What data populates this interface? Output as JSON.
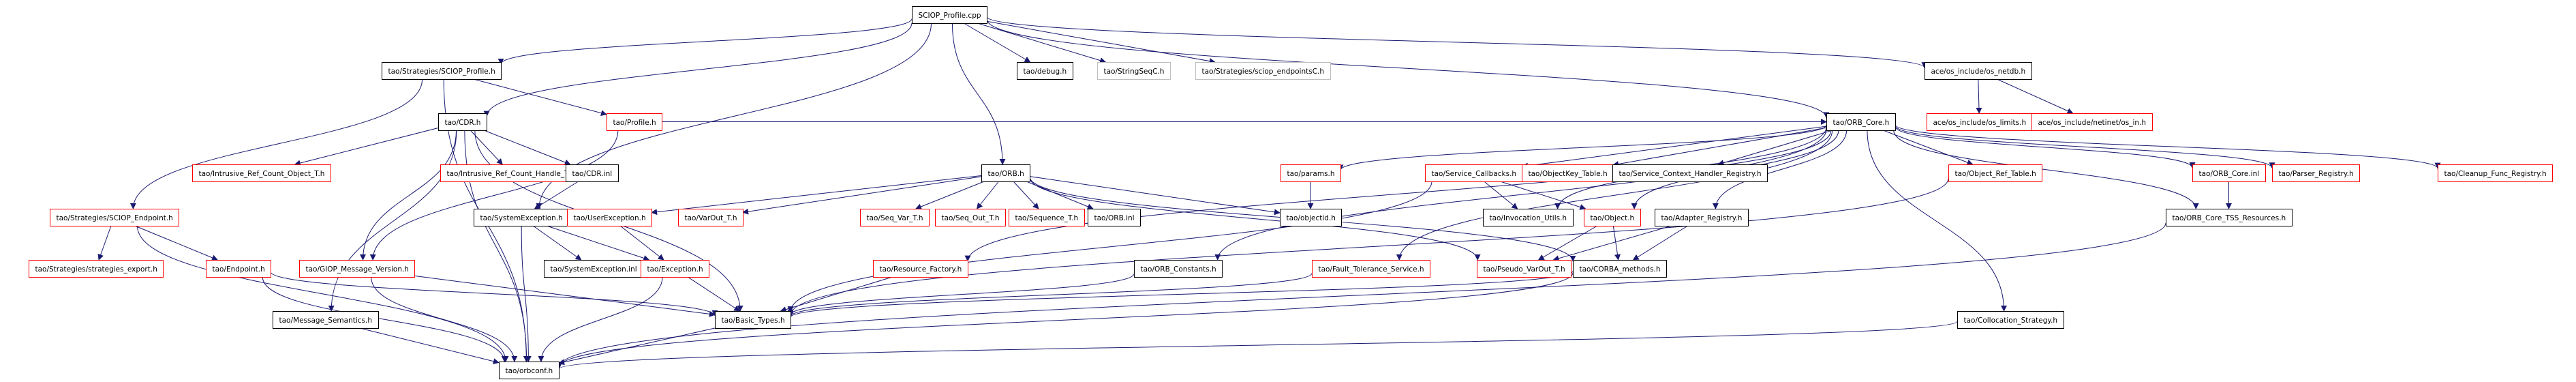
{
  "title": "SCIOP_Profile.cpp include dependency graph",
  "legend_colors": {
    "edge": "#191970",
    "root_fill": "#bfbfbf",
    "documented_border": "#000000",
    "undocumented_border": "#ff0000",
    "external_border": "#bfbfbf"
  },
  "nodes": [
    {
      "id": "root",
      "label": "SCIOP_Profile.cpp",
      "kind": "root"
    },
    {
      "id": "sciop_profile_h",
      "label": "tao/Strategies/SCIOP_Profile.h",
      "kind": "documented"
    },
    {
      "id": "debug_h",
      "label": "tao/debug.h",
      "kind": "documented"
    },
    {
      "id": "stringseqc_h",
      "label": "tao/StringSeqC.h",
      "kind": "external"
    },
    {
      "id": "sciop_endpointsc_h",
      "label": "tao/Strategies/sciop_endpointsC.h",
      "kind": "external"
    },
    {
      "id": "os_netdb_h",
      "label": "ace/os_include/os_netdb.h",
      "kind": "documented"
    },
    {
      "id": "cdr_h",
      "label": "tao/CDR.h",
      "kind": "documented"
    },
    {
      "id": "profile_h",
      "label": "tao/Profile.h",
      "kind": "undocumented"
    },
    {
      "id": "orb_core_h",
      "label": "tao/ORB_Core.h",
      "kind": "documented"
    },
    {
      "id": "os_limits_h",
      "label": "ace/os_include/os_limits.h",
      "kind": "undocumented"
    },
    {
      "id": "os_in_h",
      "label": "ace/os_include/netinet/os_in.h",
      "kind": "undocumented"
    },
    {
      "id": "intrusive_obj_h",
      "label": "tao/Intrusive_Ref_Count_Object_T.h",
      "kind": "undocumented"
    },
    {
      "id": "intrusive_handle_h",
      "label": "tao/Intrusive_Ref_Count_Handle_T.h",
      "kind": "undocumented"
    },
    {
      "id": "cdr_inl",
      "label": "tao/CDR.inl",
      "kind": "documented"
    },
    {
      "id": "orb_h",
      "label": "tao/ORB.h",
      "kind": "documented"
    },
    {
      "id": "params_h",
      "label": "tao/params.h",
      "kind": "undocumented"
    },
    {
      "id": "service_callbacks_h",
      "label": "tao/Service_Callbacks.h",
      "kind": "undocumented"
    },
    {
      "id": "objectkey_table_h",
      "label": "tao/ObjectKey_Table.h",
      "kind": "undocumented"
    },
    {
      "id": "sch_registry_h",
      "label": "tao/Service_Context_Handler_Registry.h",
      "kind": "documented"
    },
    {
      "id": "object_ref_table_h",
      "label": "tao/Object_Ref_Table.h",
      "kind": "undocumented"
    },
    {
      "id": "orb_core_inl",
      "label": "tao/ORB_Core.inl",
      "kind": "undocumented"
    },
    {
      "id": "parser_registry_h",
      "label": "tao/Parser_Registry.h",
      "kind": "undocumented"
    },
    {
      "id": "cleanup_func_registry_h",
      "label": "tao/Cleanup_Func_Registry.h",
      "kind": "undocumented"
    },
    {
      "id": "sciop_endpoint_h",
      "label": "tao/Strategies/SCIOP_Endpoint.h",
      "kind": "undocumented"
    },
    {
      "id": "system_exception_h",
      "label": "tao/SystemException.h",
      "kind": "documented"
    },
    {
      "id": "user_exception_h",
      "label": "tao/UserException.h",
      "kind": "undocumented"
    },
    {
      "id": "varout_t_h",
      "label": "tao/VarOut_T.h",
      "kind": "undocumented"
    },
    {
      "id": "seq_var_t_h",
      "label": "tao/Seq_Var_T.h",
      "kind": "undocumented"
    },
    {
      "id": "seq_out_t_h",
      "label": "tao/Seq_Out_T.h",
      "kind": "undocumented"
    },
    {
      "id": "sequence_t_h",
      "label": "tao/Sequence_T.h",
      "kind": "undocumented"
    },
    {
      "id": "orb_inl",
      "label": "tao/ORB.inl",
      "kind": "documented"
    },
    {
      "id": "objectid_h",
      "label": "tao/objectid.h",
      "kind": "documented"
    },
    {
      "id": "invocation_utils_h",
      "label": "tao/Invocation_Utils.h",
      "kind": "documented"
    },
    {
      "id": "object_h",
      "label": "tao/Object.h",
      "kind": "undocumented"
    },
    {
      "id": "adapter_registry_h",
      "label": "tao/Adapter_Registry.h",
      "kind": "documented"
    },
    {
      "id": "orb_core_tss_h",
      "label": "tao/ORB_Core_TSS_Resources.h",
      "kind": "documented"
    },
    {
      "id": "strategies_export_h",
      "label": "tao/Strategies/strategies_export.h",
      "kind": "undocumented"
    },
    {
      "id": "endpoint_h",
      "label": "tao/Endpoint.h",
      "kind": "undocumented"
    },
    {
      "id": "giop_msg_version_h",
      "label": "tao/GIOP_Message_Version.h",
      "kind": "undocumented"
    },
    {
      "id": "system_exception_inl",
      "label": "tao/SystemException.inl",
      "kind": "documented"
    },
    {
      "id": "exception_h",
      "label": "tao/Exception.h",
      "kind": "undocumented"
    },
    {
      "id": "resource_factory_h",
      "label": "tao/Resource_Factory.h",
      "kind": "undocumented"
    },
    {
      "id": "orb_constants_h",
      "label": "tao/ORB_Constants.h",
      "kind": "documented"
    },
    {
      "id": "fault_tolerance_h",
      "label": "tao/Fault_Tolerance_Service.h",
      "kind": "undocumented"
    },
    {
      "id": "pseudo_varout_t_h",
      "label": "tao/Pseudo_VarOut_T.h",
      "kind": "undocumented"
    },
    {
      "id": "corba_methods_h",
      "label": "tao/CORBA_methods.h",
      "kind": "documented"
    },
    {
      "id": "message_semantics_h",
      "label": "tao/Message_Semantics.h",
      "kind": "documented"
    },
    {
      "id": "basic_types_h",
      "label": "tao/Basic_Types.h",
      "kind": "documented"
    },
    {
      "id": "collocation_strategy_h",
      "label": "tao/Collocation_Strategy.h",
      "kind": "documented"
    },
    {
      "id": "orbconf_h",
      "label": "tao/orbconf.h",
      "kind": "documented"
    }
  ],
  "edges": [
    [
      "root",
      "sciop_profile_h"
    ],
    [
      "root",
      "debug_h"
    ],
    [
      "root",
      "stringseqc_h"
    ],
    [
      "root",
      "sciop_endpointsc_h"
    ],
    [
      "root",
      "os_netdb_h"
    ],
    [
      "root",
      "cdr_h"
    ],
    [
      "root",
      "orb_h"
    ],
    [
      "root",
      "orb_core_h"
    ],
    [
      "root",
      "system_exception_h"
    ],
    [
      "sciop_profile_h",
      "profile_h"
    ],
    [
      "sciop_profile_h",
      "sciop_endpoint_h"
    ],
    [
      "sciop_profile_h",
      "orbconf_h"
    ],
    [
      "os_netdb_h",
      "os_limits_h"
    ],
    [
      "os_netdb_h",
      "os_in_h"
    ],
    [
      "cdr_h",
      "intrusive_obj_h"
    ],
    [
      "cdr_h",
      "intrusive_handle_h"
    ],
    [
      "cdr_h",
      "cdr_inl"
    ],
    [
      "cdr_h",
      "giop_msg_version_h"
    ],
    [
      "cdr_h",
      "message_semantics_h"
    ],
    [
      "cdr_h",
      "basic_types_h"
    ],
    [
      "cdr_h",
      "orbconf_h"
    ],
    [
      "cdr_inl",
      "system_exception_h"
    ],
    [
      "profile_h",
      "orb_core_h"
    ],
    [
      "profile_h",
      "giop_msg_version_h"
    ],
    [
      "orb_h",
      "user_exception_h"
    ],
    [
      "orb_h",
      "varout_t_h"
    ],
    [
      "orb_h",
      "seq_var_t_h"
    ],
    [
      "orb_h",
      "seq_out_t_h"
    ],
    [
      "orb_h",
      "sequence_t_h"
    ],
    [
      "orb_h",
      "orb_inl"
    ],
    [
      "orb_h",
      "objectid_h"
    ],
    [
      "orb_h",
      "corba_methods_h"
    ],
    [
      "orb_h",
      "pseudo_varout_t_h"
    ],
    [
      "orb_core_h",
      "params_h"
    ],
    [
      "orb_core_h",
      "service_callbacks_h"
    ],
    [
      "orb_core_h",
      "objectkey_table_h"
    ],
    [
      "orb_core_h",
      "sch_registry_h"
    ],
    [
      "orb_core_h",
      "object_ref_table_h"
    ],
    [
      "orb_core_h",
      "orb_core_inl"
    ],
    [
      "orb_core_h",
      "parser_registry_h"
    ],
    [
      "orb_core_h",
      "cleanup_func_registry_h"
    ],
    [
      "orb_core_h",
      "object_h"
    ],
    [
      "orb_core_h",
      "adapter_registry_h"
    ],
    [
      "orb_core_h",
      "orb_core_tss_h"
    ],
    [
      "orb_core_h",
      "resource_factory_h"
    ],
    [
      "orb_core_h",
      "orb_constants_h"
    ],
    [
      "orb_core_h",
      "fault_tolerance_h"
    ],
    [
      "orb_core_h",
      "collocation_strategy_h"
    ],
    [
      "orb_core_h",
      "invocation_utils_h"
    ],
    [
      "params_h",
      "objectid_h"
    ],
    [
      "service_callbacks_h",
      "invocation_utils_h"
    ],
    [
      "service_callbacks_h",
      "object_h"
    ],
    [
      "service_callbacks_h",
      "basic_types_h"
    ],
    [
      "object_ref_table_h",
      "basic_types_h"
    ],
    [
      "orb_core_inl",
      "orb_core_tss_h"
    ],
    [
      "object_h",
      "pseudo_varout_t_h"
    ],
    [
      "object_h",
      "corba_methods_h"
    ],
    [
      "adapter_registry_h",
      "pseudo_varout_t_h"
    ],
    [
      "adapter_registry_h",
      "corba_methods_h"
    ],
    [
      "sciop_endpoint_h",
      "strategies_export_h"
    ],
    [
      "sciop_endpoint_h",
      "endpoint_h"
    ],
    [
      "sciop_endpoint_h",
      "orbconf_h"
    ],
    [
      "endpoint_h",
      "basic_types_h"
    ],
    [
      "endpoint_h",
      "orbconf_h"
    ],
    [
      "system_exception_h",
      "system_exception_inl"
    ],
    [
      "system_exception_h",
      "exception_h"
    ],
    [
      "system_exception_h",
      "orbconf_h"
    ],
    [
      "user_exception_h",
      "exception_h"
    ],
    [
      "giop_msg_version_h",
      "basic_types_h"
    ],
    [
      "giop_msg_version_h",
      "orbconf_h"
    ],
    [
      "exception_h",
      "basic_types_h"
    ],
    [
      "exception_h",
      "orbconf_h"
    ],
    [
      "message_semantics_h",
      "orbconf_h"
    ],
    [
      "resource_factory_h",
      "basic_types_h"
    ],
    [
      "orb_constants_h",
      "basic_types_h"
    ],
    [
      "fault_tolerance_h",
      "basic_types_h"
    ],
    [
      "corba_methods_h",
      "basic_types_h"
    ],
    [
      "corba_methods_h",
      "orbconf_h"
    ],
    [
      "basic_types_h",
      "orbconf_h"
    ],
    [
      "collocation_strategy_h",
      "orbconf_h"
    ],
    [
      "orb_core_tss_h",
      "orbconf_h"
    ]
  ]
}
